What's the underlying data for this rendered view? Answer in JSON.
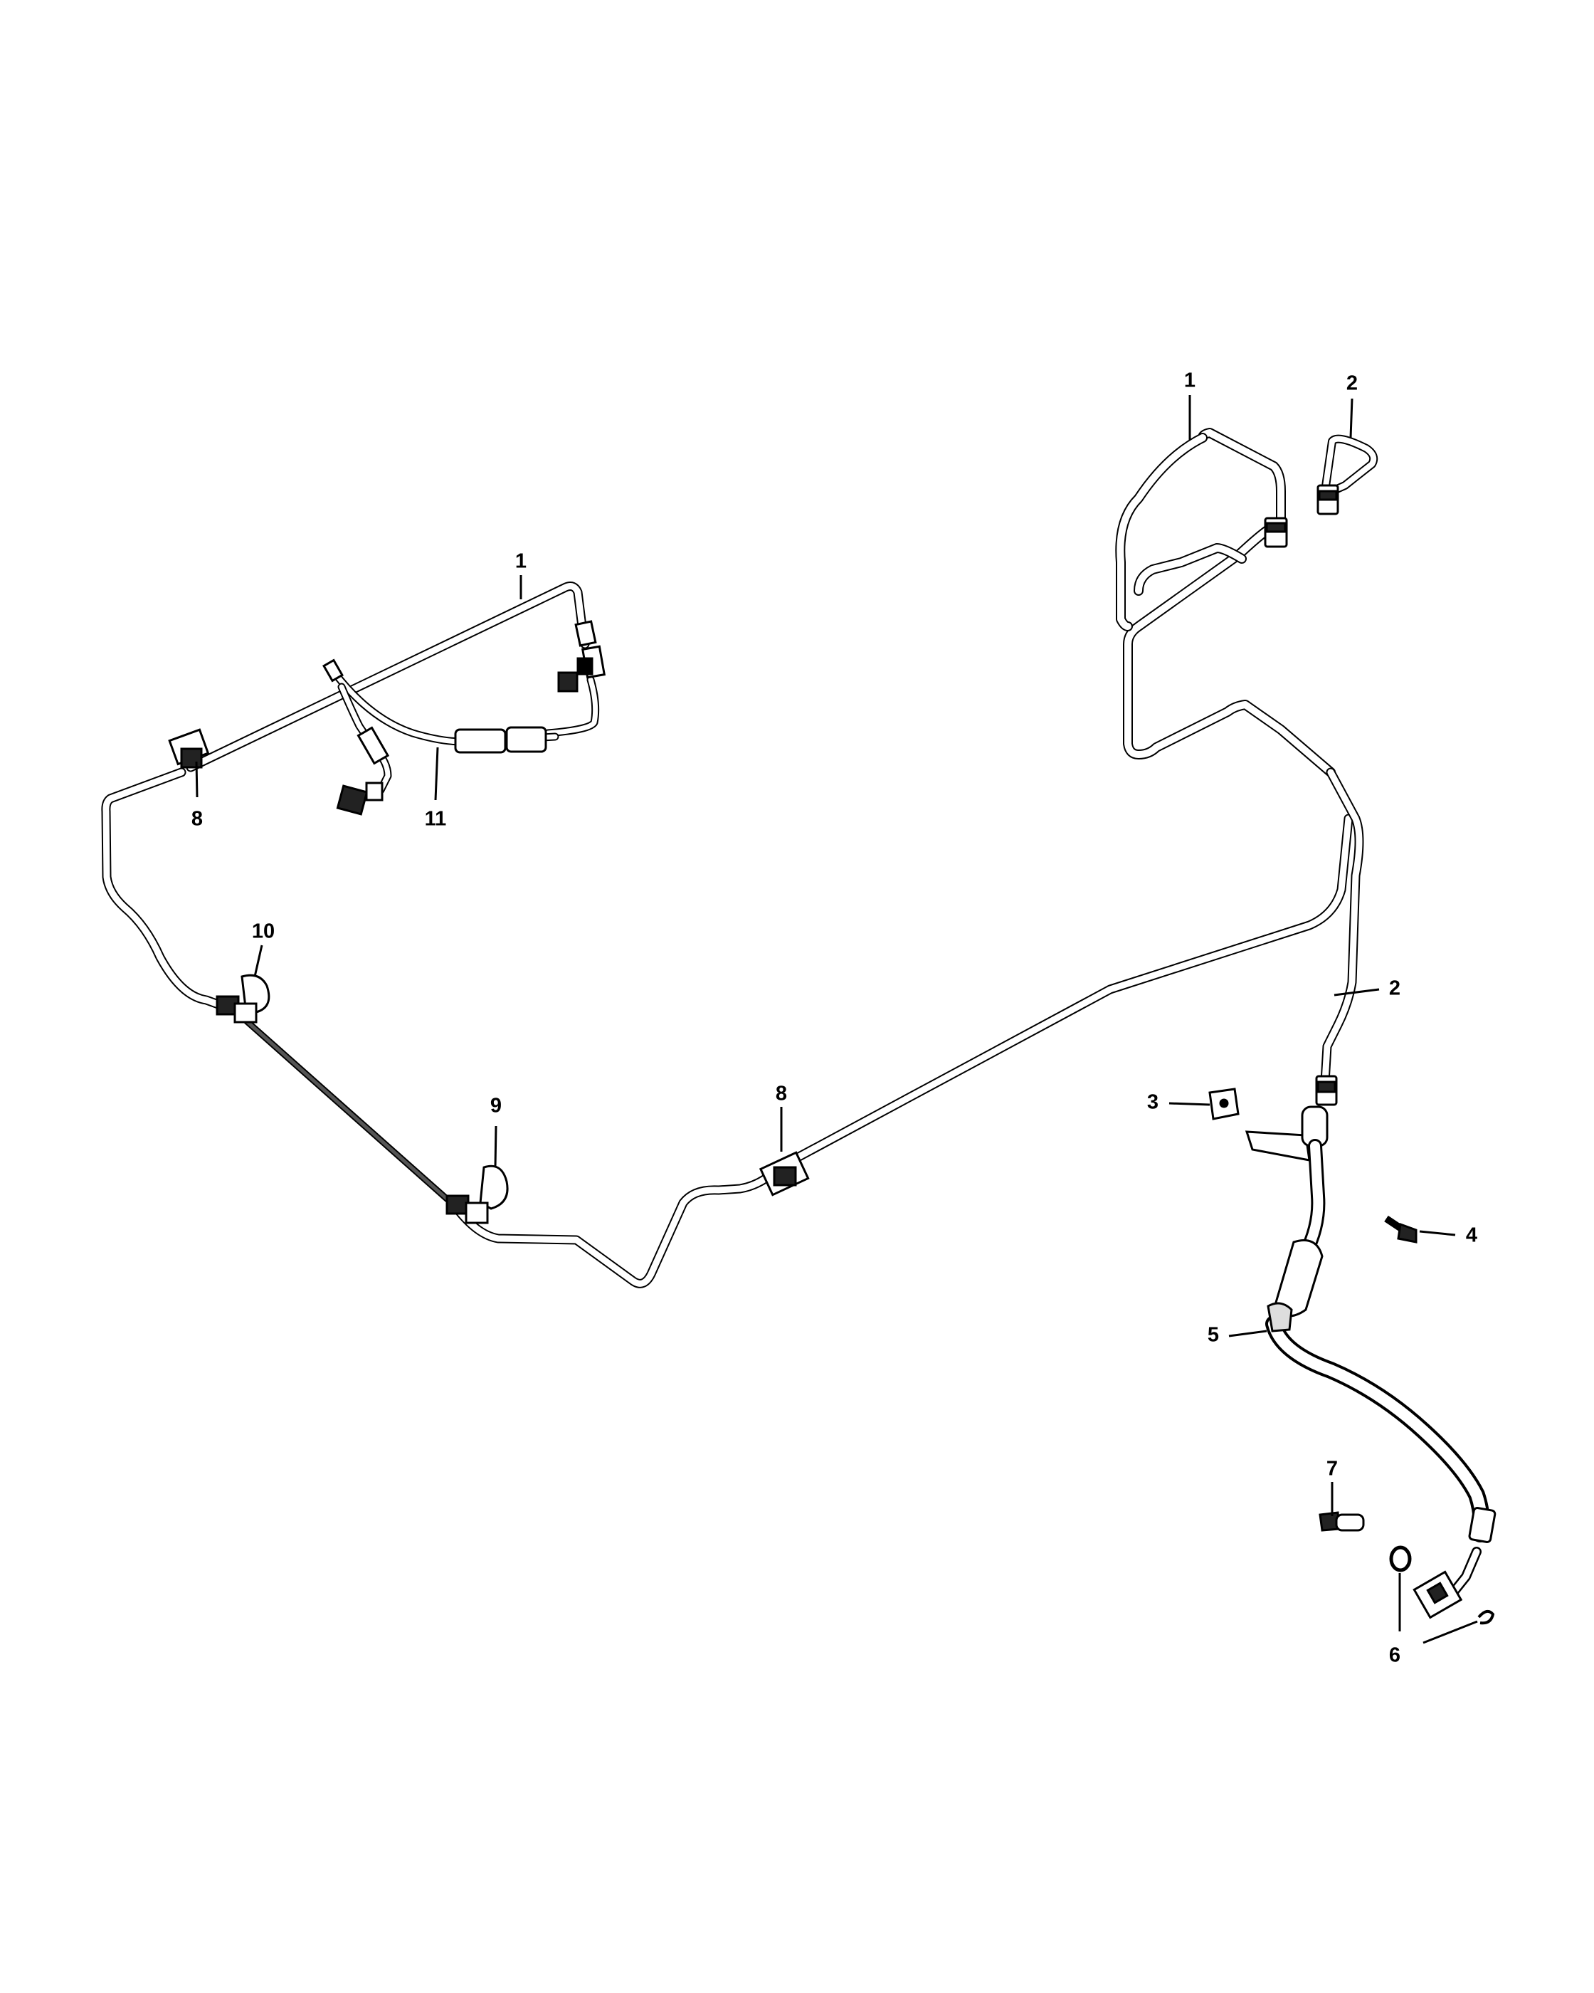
{
  "diagram": {
    "callouts": {
      "c1_left": "1",
      "c1_right": "1",
      "c2_top": "2",
      "c2_mid": "2",
      "c3": "3",
      "c4": "4",
      "c5": "5",
      "c6": "6",
      "c7": "7",
      "c8_left": "8",
      "c8_mid": "8",
      "c9": "9",
      "c10": "10",
      "c11": "11"
    }
  }
}
